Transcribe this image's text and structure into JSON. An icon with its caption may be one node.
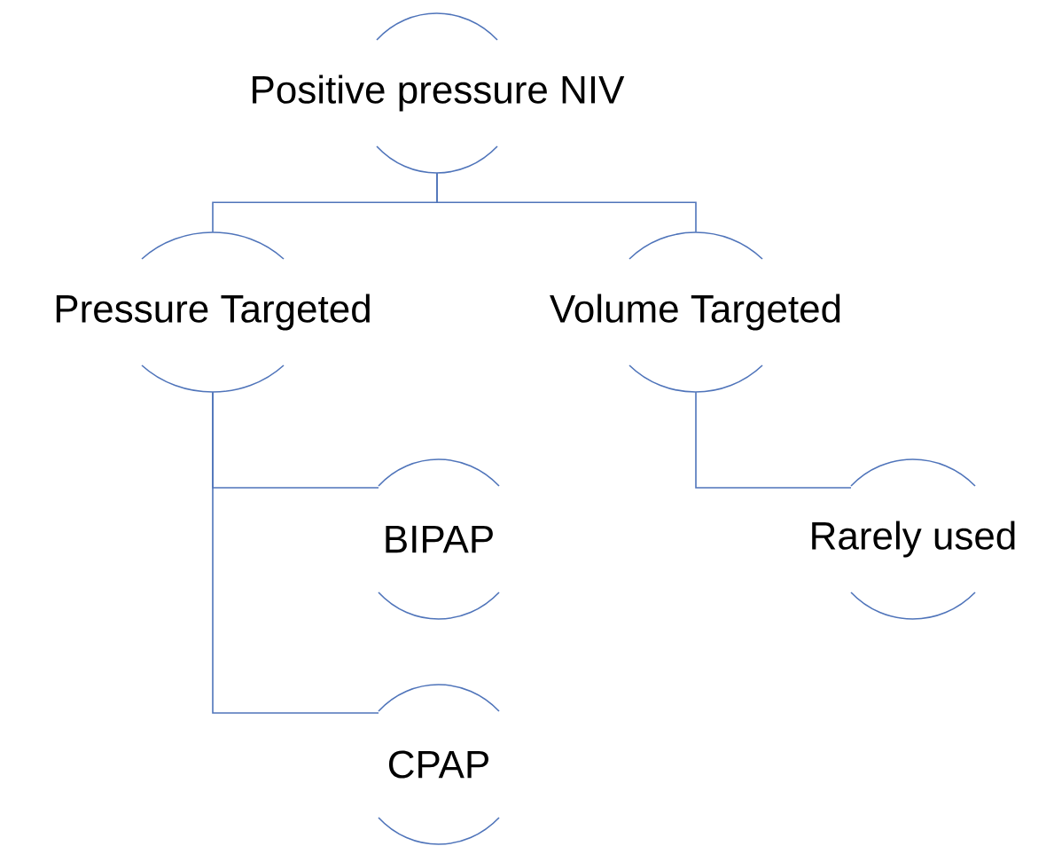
{
  "diagram": {
    "nodes": [
      {
        "text": [
          "Positive pressure NIV"
        ]
      },
      {
        "text": [
          "Pressure Targeted"
        ]
      },
      {
        "text": [
          "Volume Targeted"
        ]
      },
      {
        "text": [
          "BIPAP"
        ]
      },
      {
        "text": [
          "CPAP"
        ]
      },
      {
        "text": [
          "Rarely used"
        ]
      }
    ],
    "edges": [
      {
        "from": 0,
        "to": 1,
        "arrow": "none"
      },
      {
        "from": 0,
        "to": 2,
        "arrow": "none"
      },
      {
        "from": 1,
        "to": 3,
        "arrow": "none"
      },
      {
        "from": 1,
        "to": 4,
        "arrow": "none"
      },
      {
        "from": 2,
        "to": 5,
        "arrow": "none"
      }
    ]
  }
}
